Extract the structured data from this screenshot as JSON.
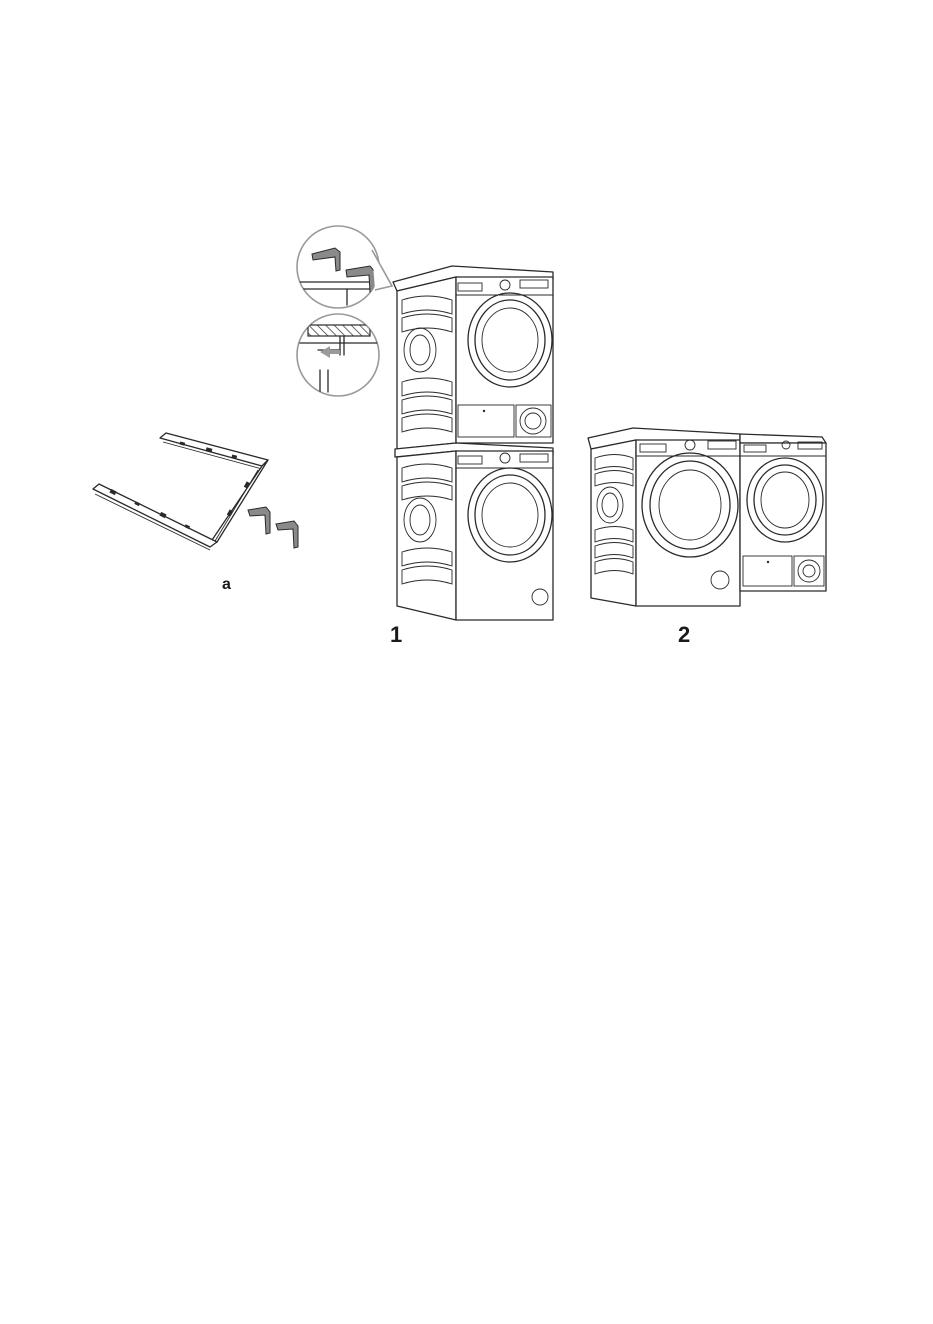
{
  "figure": {
    "labels": {
      "kit": "a",
      "stacked": "1",
      "side_by_side": "2"
    }
  }
}
